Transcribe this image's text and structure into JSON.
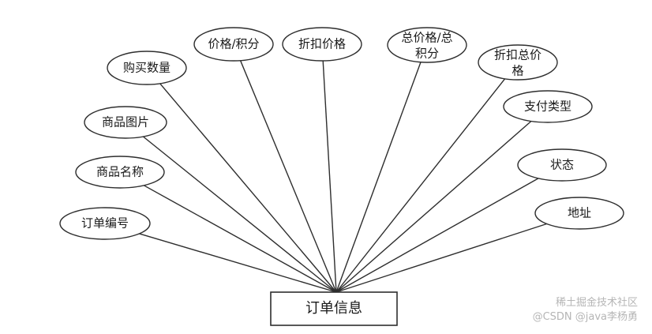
{
  "entity": {
    "label": "订单信息"
  },
  "attributes": [
    {
      "label": "订单编号"
    },
    {
      "label": "商品名称"
    },
    {
      "label": "商品图片"
    },
    {
      "label": "购买数量"
    },
    {
      "label": "价格/积分"
    },
    {
      "label": "折扣价格"
    },
    {
      "label": "总价格/总",
      "label2": "积分"
    },
    {
      "label": "折扣总价",
      "label2": "格"
    },
    {
      "label": "支付类型"
    },
    {
      "label": "状态"
    },
    {
      "label": "地址"
    }
  ],
  "watermark": {
    "line1": "稀土掘金技术社区",
    "line2": "@CSDN @java李杨勇"
  }
}
